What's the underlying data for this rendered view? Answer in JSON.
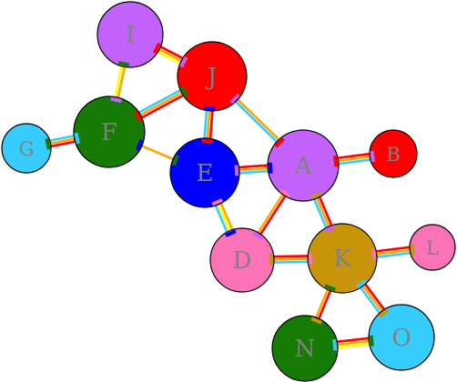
{
  "graph": {
    "nodes": [
      {
        "id": "I",
        "label": "I",
        "color": "#c262fa"
      },
      {
        "id": "J",
        "label": "J",
        "color": "#ff0000"
      },
      {
        "id": "F",
        "label": "F",
        "color": "#167b04"
      },
      {
        "id": "G",
        "label": "G",
        "color": "#36cdfc"
      },
      {
        "id": "E",
        "label": "E",
        "color": "#0000fe"
      },
      {
        "id": "A",
        "label": "A",
        "color": "#c262fa"
      },
      {
        "id": "B",
        "label": "B",
        "color": "#ff0000"
      },
      {
        "id": "D",
        "label": "D",
        "color": "#fb72b7"
      },
      {
        "id": "K",
        "label": "K",
        "color": "#c8940a"
      },
      {
        "id": "L",
        "label": "L",
        "color": "#fb72b7"
      },
      {
        "id": "N",
        "label": "N",
        "color": "#167b04"
      },
      {
        "id": "O",
        "label": "O",
        "color": "#36cdfc"
      }
    ],
    "edges": [
      {
        "from": "I",
        "to": "J",
        "colors": [
          "#ff0000",
          "#ffa500",
          "#ffff00"
        ]
      },
      {
        "from": "I",
        "to": "F",
        "colors": [
          "#ffa500",
          "#ffff00"
        ]
      },
      {
        "from": "J",
        "to": "F",
        "colors": [
          "#ff0000",
          "#ffa500",
          "#36cdfc"
        ]
      },
      {
        "from": "J",
        "to": "E",
        "colors": [
          "#ff0000",
          "#ffa500",
          "#36cdfc"
        ]
      },
      {
        "from": "J",
        "to": "A",
        "colors": [
          "#ffa500",
          "#36cdfc"
        ]
      },
      {
        "from": "F",
        "to": "G",
        "colors": [
          "#ff0000",
          "#ffa500",
          "#36cdfc"
        ]
      },
      {
        "from": "F",
        "to": "E",
        "colors": [
          "#ffa500"
        ]
      },
      {
        "from": "E",
        "to": "A",
        "colors": [
          "#ff0000",
          "#ffa500",
          "#36cdfc"
        ]
      },
      {
        "from": "E",
        "to": "D",
        "colors": [
          "#ffa500",
          "#ffff00",
          "#36cdfc"
        ]
      },
      {
        "from": "A",
        "to": "B",
        "colors": [
          "#ff0000",
          "#ffa500",
          "#36cdfc"
        ]
      },
      {
        "from": "A",
        "to": "D",
        "colors": [
          "#ff0000",
          "#ffa500"
        ]
      },
      {
        "from": "A",
        "to": "K",
        "colors": [
          "#ff0000",
          "#ffa500",
          "#36cdfc"
        ]
      },
      {
        "from": "D",
        "to": "K",
        "colors": [
          "#ff0000",
          "#ffa500",
          "#36cdfc"
        ]
      },
      {
        "from": "K",
        "to": "L",
        "colors": [
          "#ff0000",
          "#ffa500",
          "#36cdfc"
        ]
      },
      {
        "from": "K",
        "to": "N",
        "colors": [
          "#ff0000",
          "#ffa500"
        ]
      },
      {
        "from": "K",
        "to": "O",
        "colors": [
          "#ff0000",
          "#ffa500",
          "#36cdfc"
        ]
      },
      {
        "from": "N",
        "to": "O",
        "colors": [
          "#ff0000",
          "#ffa500",
          "#ffff00"
        ]
      }
    ]
  }
}
